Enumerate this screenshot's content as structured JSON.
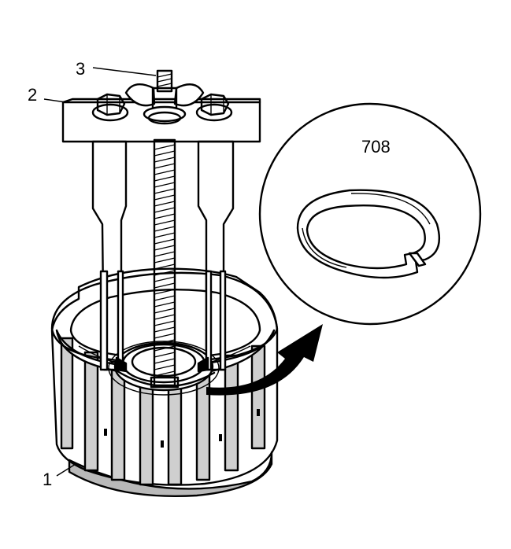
{
  "labels": {
    "part_1": "1",
    "part_2": "2",
    "part_3": "3",
    "detail": "708"
  },
  "colors": {
    "ink": "#000000",
    "shade": "#cfcfcf",
    "paper": "#ffffff"
  }
}
